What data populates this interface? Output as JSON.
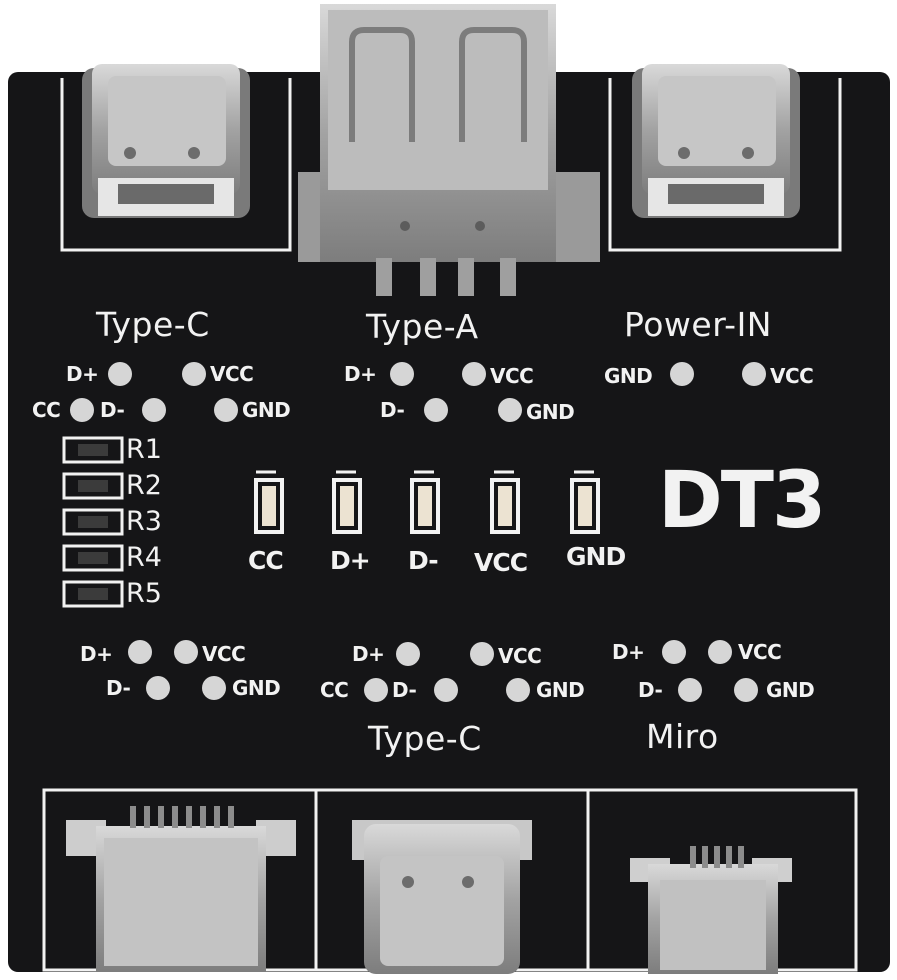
{
  "board": {
    "model": "DT3",
    "colors": {
      "pcb": "#151517",
      "silkscreen": "#f2f2f2",
      "metal": "#a9a9a9",
      "pad": "#d6d6d6"
    },
    "top_labels": {
      "type_c": "Type-C",
      "type_a": "Type-A",
      "power_in": "Power-IN"
    },
    "bottom_labels": {
      "type_c": "Type-C",
      "micro": "Miro"
    },
    "pins": {
      "dplus": "D+",
      "dminus": "D-",
      "vcc": "VCC",
      "gnd": "GND",
      "cc": "CC"
    },
    "resistors": [
      "R1",
      "R2",
      "R3",
      "R4",
      "R5"
    ],
    "leds": [
      "CC",
      "D+",
      "D-",
      "VCC",
      "GND"
    ]
  }
}
